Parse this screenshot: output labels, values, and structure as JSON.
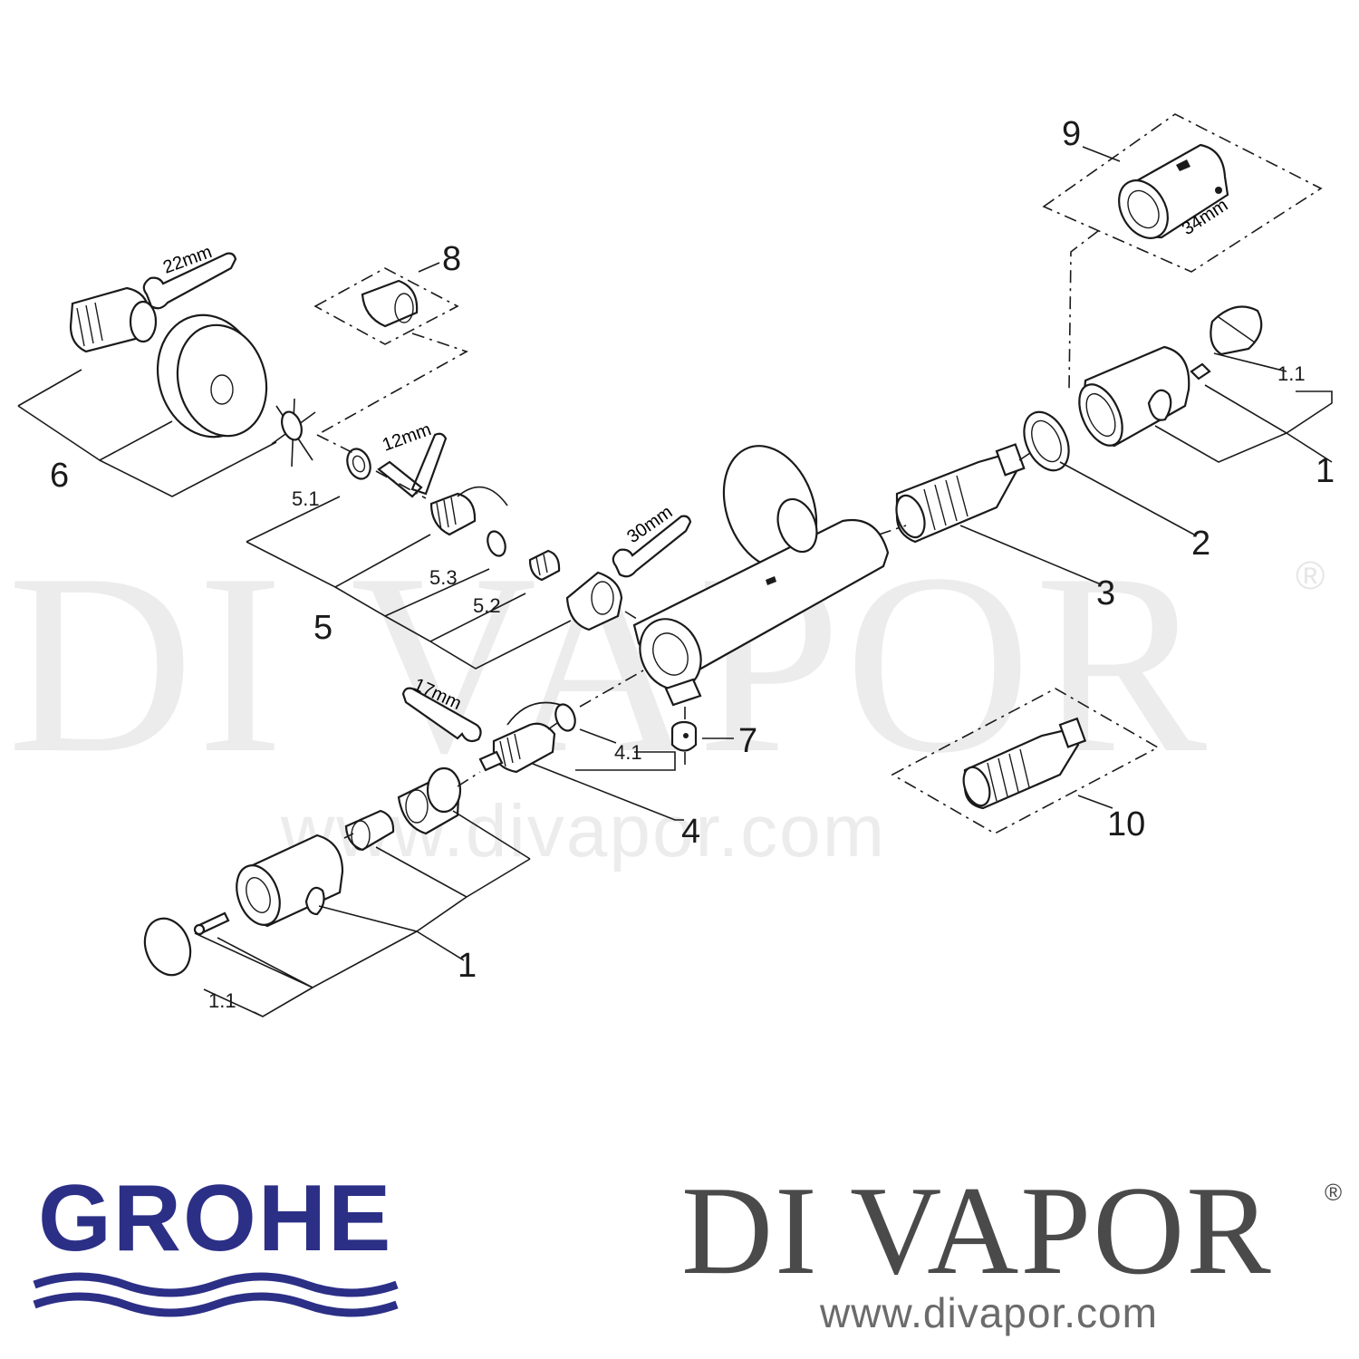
{
  "watermark": {
    "text": "DI VAPOR",
    "registered": "®",
    "url": "www.divapor.com"
  },
  "callouts": {
    "p1_right": "1",
    "p1_1_right": "1.1",
    "p2": "2",
    "p3": "3",
    "p4": "4",
    "p4_1": "4.1",
    "p5": "5",
    "p5_1": "5.1",
    "p5_2": "5.2",
    "p5_3": "5.3",
    "p6": "6",
    "p7": "7",
    "p8": "8",
    "p9": "9",
    "p10": "10",
    "p1_left": "1",
    "p1_1_left": "1.1"
  },
  "tool_sizes": {
    "wrench_22": "22mm",
    "hex_key_12": "12mm",
    "wrench_30": "30mm",
    "wrench_17": "17mm",
    "tool_34": "34mm"
  },
  "footer": {
    "grohe_logo": "GROHE",
    "divapor_logo": "DI VAPOR",
    "divapor_registered": "®",
    "divapor_url": "www.divapor.com"
  }
}
